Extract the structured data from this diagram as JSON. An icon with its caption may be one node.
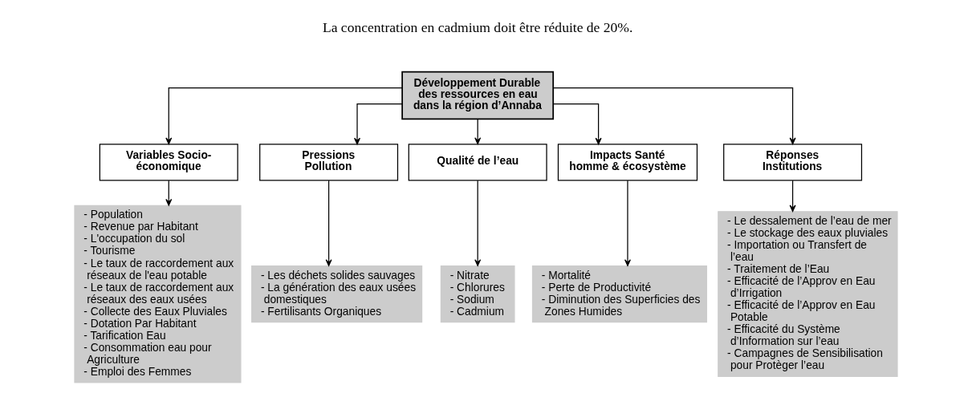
{
  "diagram": {
    "nodes": [
      {
        "text": [
          "Développement Durable des ressources en eau dans la région d’Annaba"
        ]
      },
      {
        "text": [
          "Variables Socio-économique"
        ]
      },
      {
        "text": [
          "Pressions Pollution"
        ]
      },
      {
        "text": [
          "Qualité de l’eau"
        ]
      },
      {
        "text": [
          "Impacts Santé homme & écosystème"
        ]
      },
      {
        "text": [
          "Réponses Institutions"
        ]
      },
      {
        "text": [
          "- Population",
          "- Revenue par Habitant",
          "- L'occupation du sol",
          "- Tourisme",
          "- Le taux de raccordement aux réseaux de l'eau potable",
          "- Le taux de raccordement aux réseaux des eaux usées",
          "- Collecte des Eaux Pluviales",
          "- Dotation Par Habitant",
          "- Tarification Eau",
          "- Consommation eau pour Agriculture",
          "- Emploi des Femmes"
        ]
      },
      {
        "text": [
          "- Les déchets solides sauvages",
          "- La génération des eaux usées domestiques",
          "- Fertilisants Organiques"
        ]
      },
      {
        "text": [
          "- Nitrate",
          "- Chlorures",
          "- Sodium",
          "- Cadmium"
        ]
      },
      {
        "text": [
          "- Mortalité",
          "- Perte de Productivité",
          "- Diminution des Superficies des Zones Humides"
        ]
      },
      {
        "text": [
          "- Le dessalement de l’eau de mer",
          "- Le stockage des eaux pluviales",
          "- Importation ou Transfert de l’eau",
          "- Traitement de l’Eau",
          "- Efficacité de l’Approv en Eau d’Irrigation",
          "- Efficacité de l’Approv en Eau Potable",
          "- Efficacité du Système d’Information sur l’eau",
          "- Campagnes de Sensibilisation pour Protèger l’eau"
        ]
      }
    ],
    "edges": [
      {
        "from": 0,
        "to": 1,
        "arrow": "to"
      },
      {
        "from": 0,
        "to": 2,
        "arrow": "to"
      },
      {
        "from": 0,
        "to": 3,
        "arrow": "to"
      },
      {
        "from": 0,
        "to": 4,
        "arrow": "to"
      },
      {
        "from": 0,
        "to": 5,
        "arrow": "to"
      },
      {
        "from": 1,
        "to": 6,
        "arrow": "to"
      },
      {
        "from": 2,
        "to": 7,
        "arrow": "to"
      },
      {
        "from": 3,
        "to": 8,
        "arrow": "to"
      },
      {
        "from": 4,
        "to": 9,
        "arrow": "to"
      },
      {
        "from": 5,
        "to": 10,
        "arrow": "to"
      }
    ],
    "labels": [
      "La concentration en cadmium doit être réduite de 20%."
    ]
  }
}
